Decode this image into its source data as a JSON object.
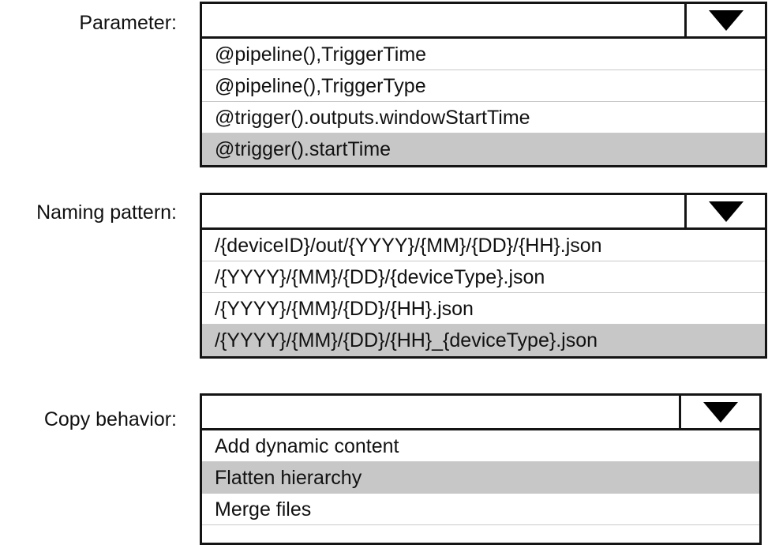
{
  "colors": {
    "border": "#141414",
    "highlight": "#c7c7c7",
    "separator": "#c9c9c9",
    "background": "#ffffff",
    "text": "#111111"
  },
  "groups": [
    {
      "id": "parameter",
      "label": "Parameter:",
      "combobox": {
        "value": "",
        "placeholder": "",
        "arrow_icon": "chevron-down-icon"
      },
      "options": [
        {
          "label": "@pipeline(),TriggerTime",
          "selected": false
        },
        {
          "label": "@pipeline(),TriggerType",
          "selected": false
        },
        {
          "label": "@trigger().outputs.windowStartTime",
          "selected": false
        },
        {
          "label": "@trigger().startTime",
          "selected": true
        }
      ]
    },
    {
      "id": "naming",
      "label": "Naming pattern:",
      "combobox": {
        "value": "",
        "placeholder": "",
        "arrow_icon": "chevron-down-icon"
      },
      "options": [
        {
          "label": "/{deviceID}/out/{YYYY}/{MM}/{DD}/{HH}.json",
          "selected": false
        },
        {
          "label": "/{YYYY}/{MM}/{DD}/{deviceType}.json",
          "selected": false
        },
        {
          "label": "/{YYYY}/{MM}/{DD}/{HH}.json",
          "selected": false
        },
        {
          "label": "/{YYYY}/{MM}/{DD}/{HH}_{deviceType}.json",
          "selected": true
        }
      ]
    },
    {
      "id": "copy",
      "label": "Copy behavior:",
      "combobox": {
        "value": "",
        "placeholder": "",
        "arrow_icon": "chevron-down-icon"
      },
      "options": [
        {
          "label": "Add dynamic content",
          "selected": false
        },
        {
          "label": "Flatten hierarchy",
          "selected": true
        },
        {
          "label": "Merge files",
          "selected": false
        }
      ]
    }
  ]
}
